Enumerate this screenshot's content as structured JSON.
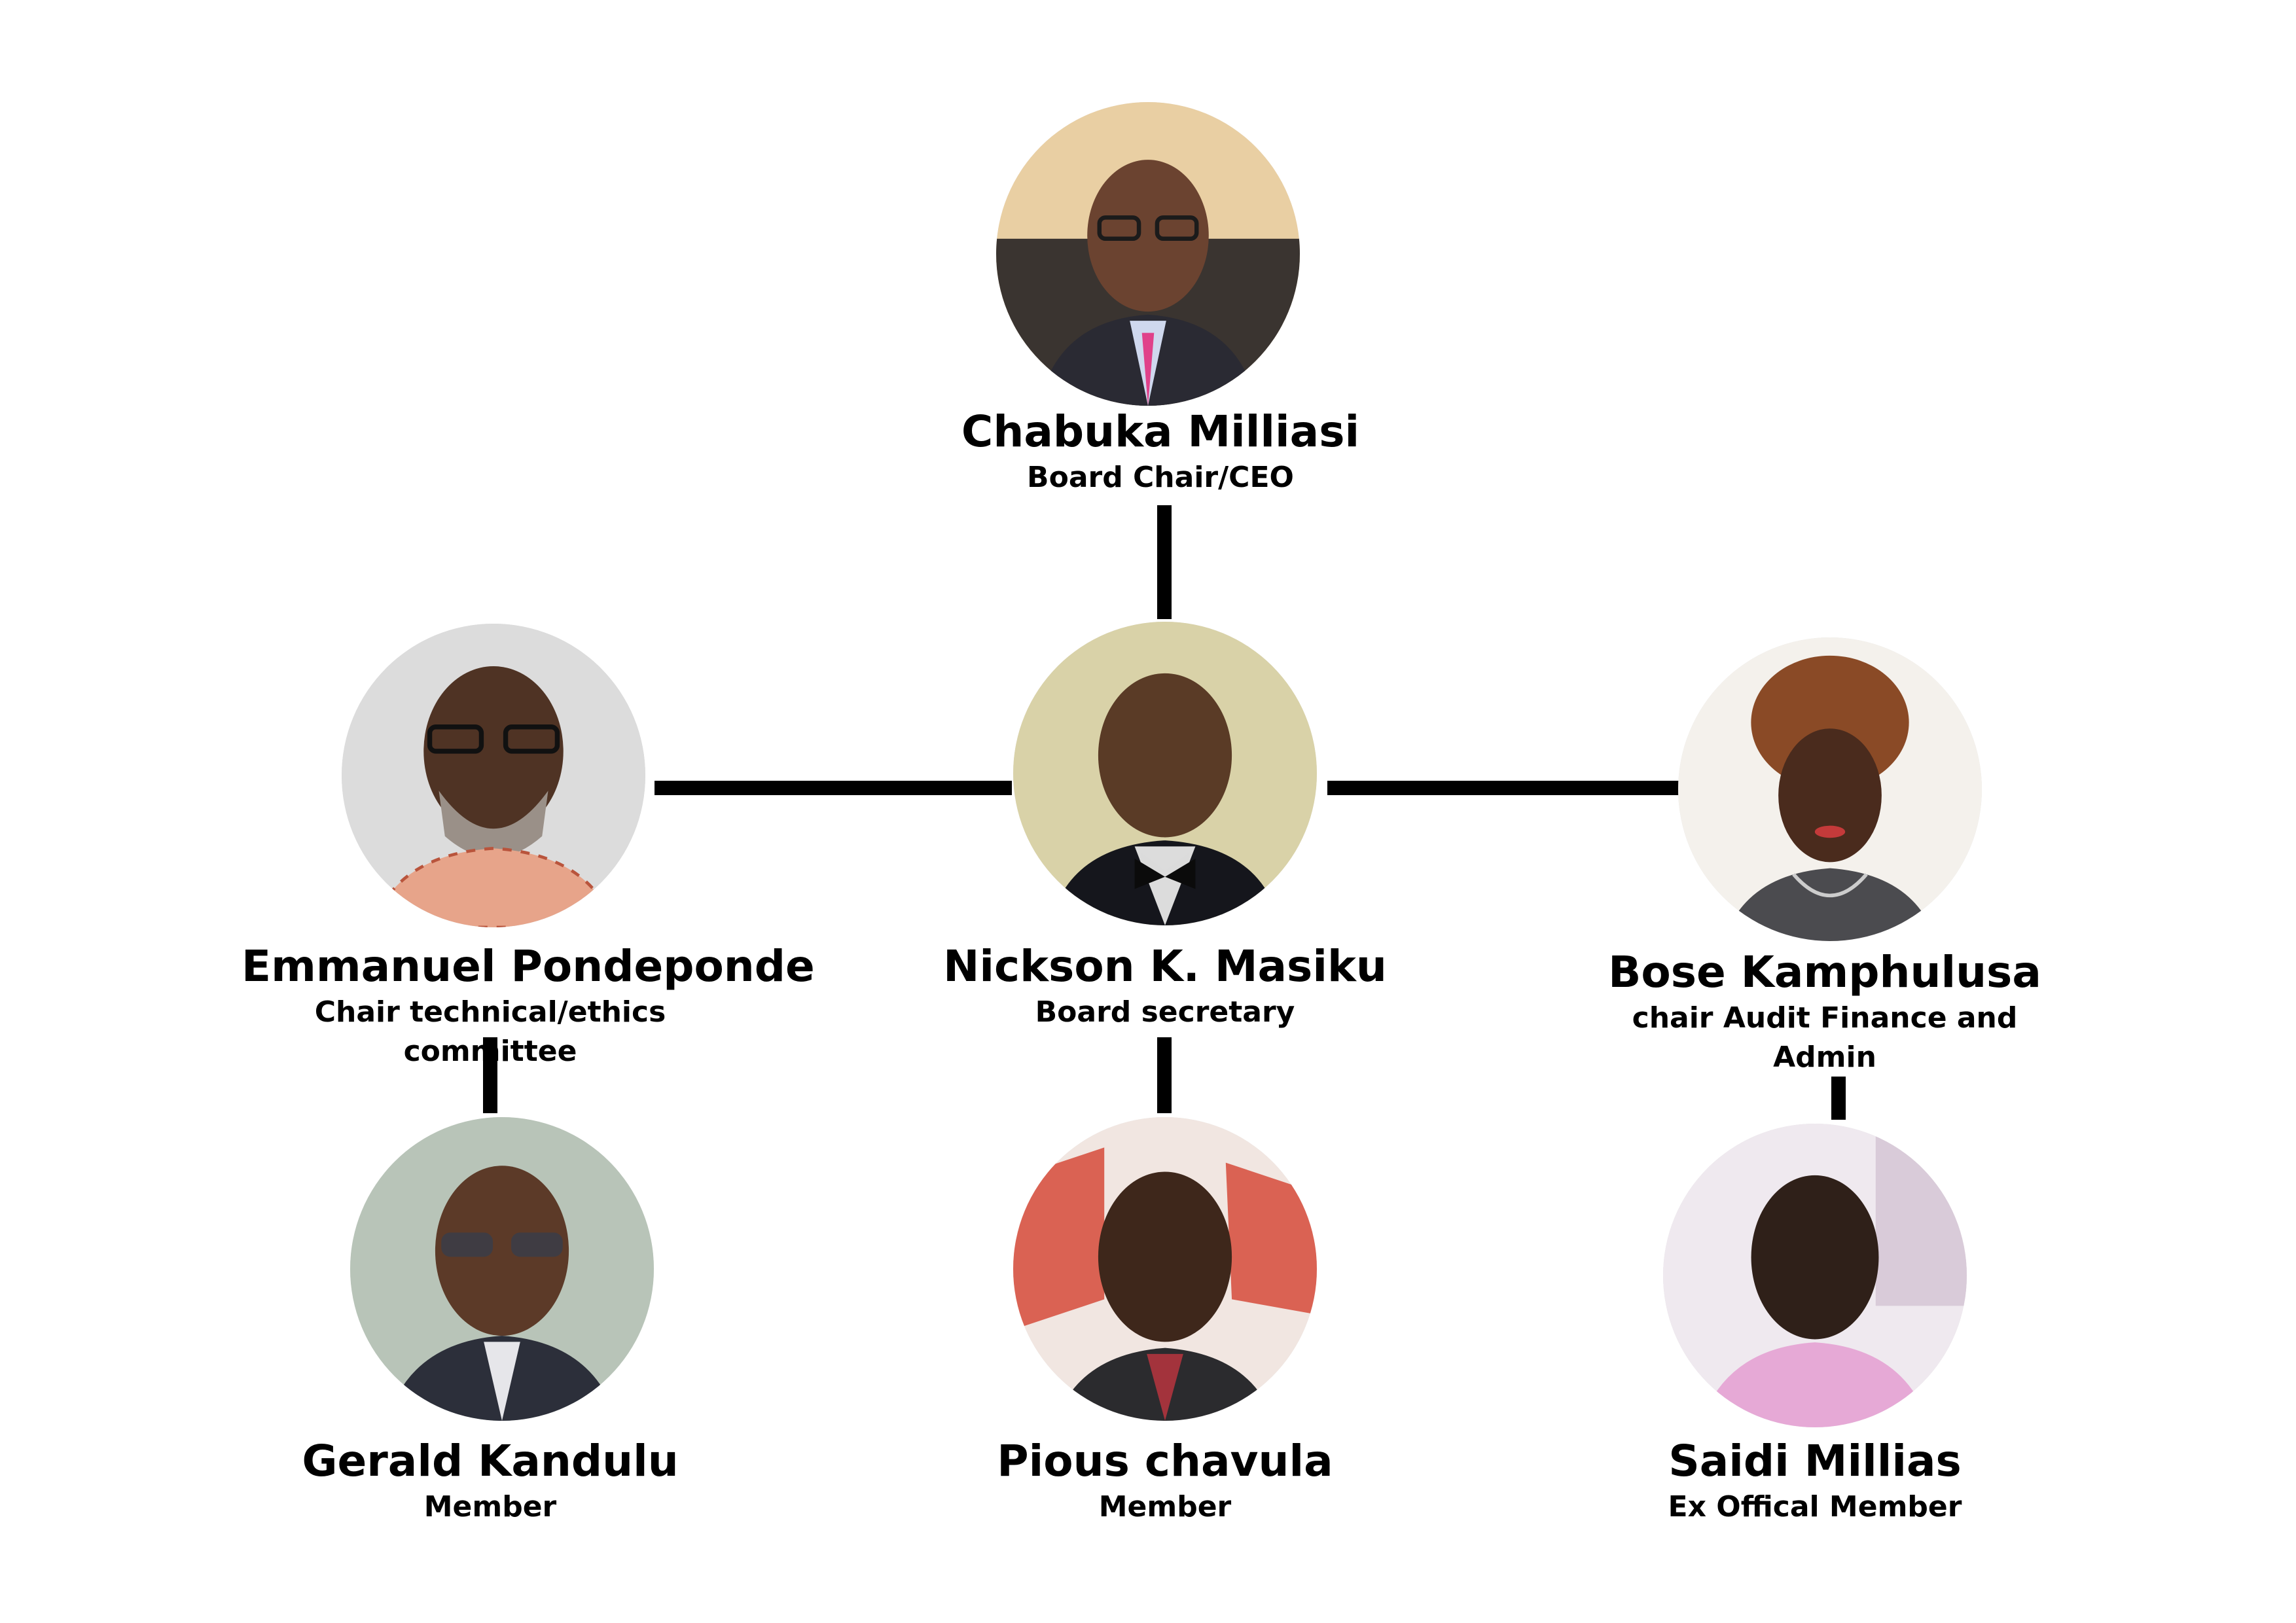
{
  "members": {
    "chair": {
      "name": "Chabuka Milliasi",
      "role": "Board Chair/CEO"
    },
    "secretary": {
      "name": "Nickson K. Masiku",
      "role": "Board secretary"
    },
    "technical": {
      "name": "Emmanuel Pondeponde",
      "role": "Chair technical/ethics committee"
    },
    "audit": {
      "name": "Bose Kamphulusa",
      "role": "chair Audit Finance and Admin"
    },
    "member1": {
      "name": "Gerald Kandulu",
      "role": "Member"
    },
    "member2": {
      "name": "Pious chavula",
      "role": "Member"
    },
    "exofficio": {
      "name": "Saidi Millias",
      "role": "Ex Offical Member"
    }
  },
  "colors": {
    "connector": "#000000",
    "text": "#000000",
    "background": "#ffffff"
  }
}
